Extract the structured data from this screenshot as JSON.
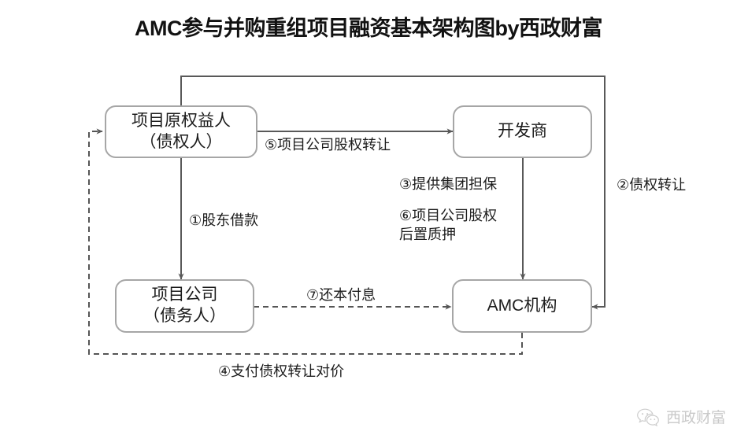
{
  "title": "AMC参与并购重组项目融资基本架构图by西政财富",
  "diagram": {
    "type": "flow-diagram",
    "nodes": [
      {
        "id": "original-rights-holder",
        "lines": [
          "项目原权益人",
          "（债权人）"
        ]
      },
      {
        "id": "developer",
        "lines": [
          "开发商"
        ]
      },
      {
        "id": "project-company",
        "lines": [
          "项目公司",
          "（债务人）"
        ]
      },
      {
        "id": "amc",
        "lines": [
          "AMC机构"
        ]
      }
    ],
    "edges": [
      {
        "id": "step-1",
        "label": "①股东借款",
        "from": "original-rights-holder",
        "to": "project-company",
        "style": "solid"
      },
      {
        "id": "step-2",
        "label": "②债权转让",
        "from": "original-rights-holder",
        "to": "amc",
        "style": "solid"
      },
      {
        "id": "step-3",
        "label": "③提供集团担保",
        "from": "developer",
        "to": "amc",
        "style": "solid"
      },
      {
        "id": "step-4",
        "label": "④支付债权转让对价",
        "from": "amc",
        "to": "original-rights-holder",
        "style": "dashed"
      },
      {
        "id": "step-5",
        "label": "⑤项目公司股权转让",
        "from": "original-rights-holder",
        "to": "developer",
        "style": "solid"
      },
      {
        "id": "step-6",
        "label_line1": "⑥项目公司股权",
        "label_line2": "后置质押",
        "from": "developer",
        "to": "amc",
        "style": "solid"
      },
      {
        "id": "step-7",
        "label": "⑦还本付息",
        "from": "project-company",
        "to": "amc",
        "style": "dashed"
      }
    ]
  },
  "watermark": {
    "icon": "wechat-icon",
    "text": "西政财富"
  },
  "colors": {
    "node_border": "#a6a6a6",
    "wire": "#595959",
    "dashed_wire": "#555555",
    "text": "#1c1c1c",
    "watermark": "#c9c9c9"
  }
}
